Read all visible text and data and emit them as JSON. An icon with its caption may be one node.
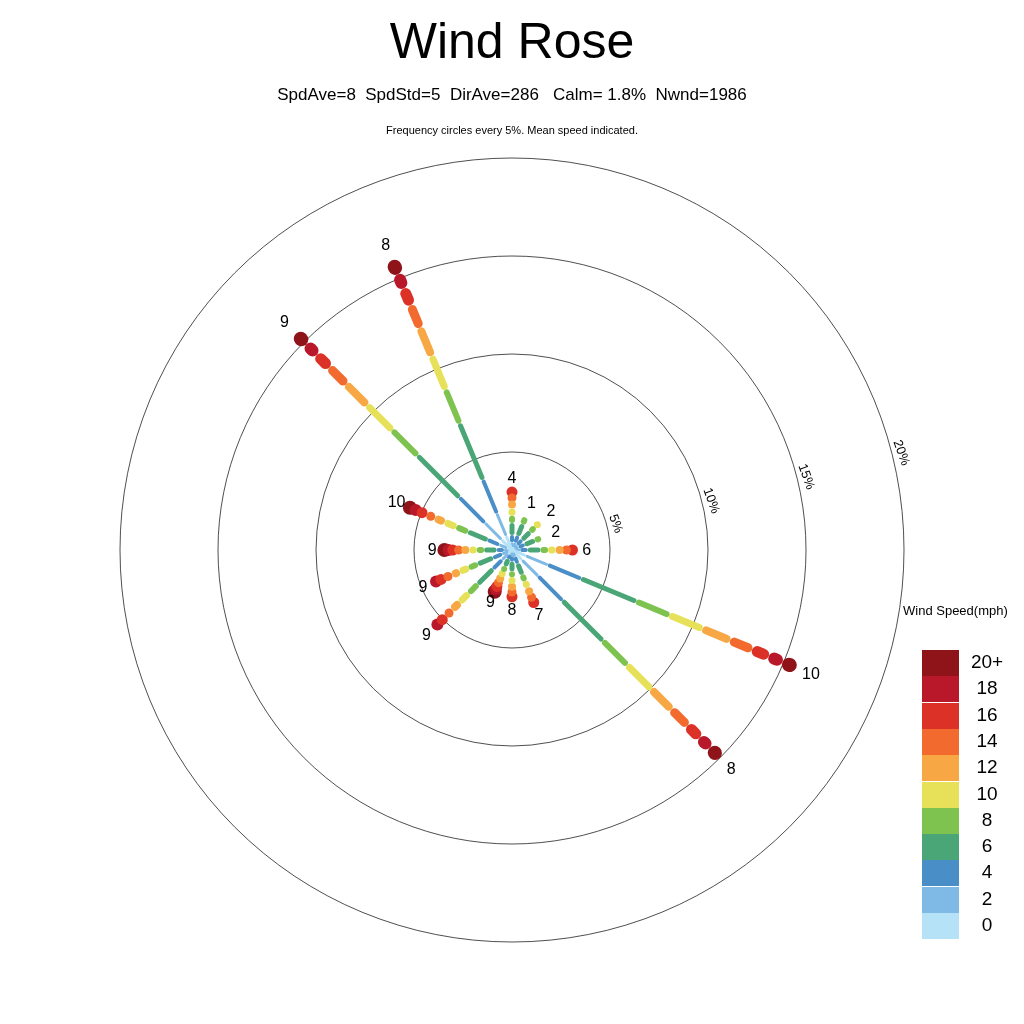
{
  "diagram": {
    "title": "Wind Rose",
    "labels": [
      "SpdAve=8  SpdStd=5  DirAve=286   Calm= 1.8%  Nwnd=1986",
      "Frequency circles every 5%. Mean speed indicated.",
      "4",
      "1",
      "2",
      "2",
      "6",
      "10",
      "8",
      "7",
      "8",
      "9",
      "9",
      "9",
      "9",
      "10",
      "9",
      "8",
      "5%",
      "10%",
      "15%",
      "20%",
      "Wind Speed(mph)"
    ],
    "legend": [
      {
        "text": "20+",
        "color": "#8f1419"
      },
      {
        "text": "18",
        "color": "#b9182a"
      },
      {
        "text": "16",
        "color": "#dc3127"
      },
      {
        "text": "14",
        "color": "#f26a2e"
      },
      {
        "text": "12",
        "color": "#f7a845"
      },
      {
        "text": "10",
        "color": "#e6e159"
      },
      {
        "text": "8",
        "color": "#7ec34f"
      },
      {
        "text": "6",
        "color": "#4aa676"
      },
      {
        "text": "4",
        "color": "#4a8ec7"
      },
      {
        "text": "2",
        "color": "#7fbae6"
      },
      {
        "text": "0",
        "color": "#b6e2f7"
      }
    ]
  }
}
